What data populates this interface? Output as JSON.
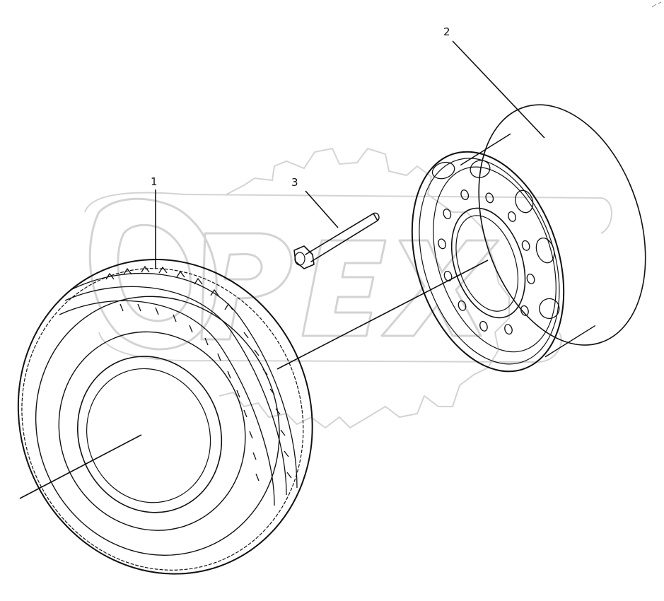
{
  "watermark": {
    "text": "OPEX",
    "color": "#cfcfcf"
  },
  "callouts": [
    {
      "id": "1",
      "label": "1",
      "part": "tire"
    },
    {
      "id": "2",
      "label": "2",
      "part": "wheel-rim"
    },
    {
      "id": "3",
      "label": "3",
      "part": "valve-stem"
    }
  ],
  "colors": {
    "line": "#111111",
    "background": "#ffffff"
  }
}
